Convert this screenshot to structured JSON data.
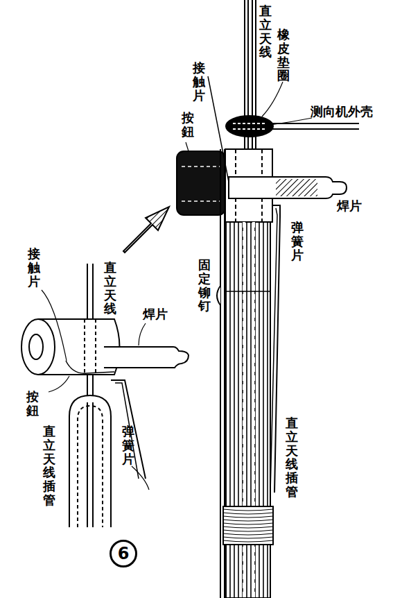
{
  "diagram": {
    "labels": [
      "直立天线",
      "橡皮垫圈",
      "接触片",
      "测向机外壳",
      "按鈕",
      "焊片",
      "弹簧片",
      "固定铆钉",
      "直立天线插管",
      "接触片",
      "直立天线",
      "焊片",
      "按鈕",
      "直立天线插管",
      "弹簧片",
      "6"
    ]
  }
}
